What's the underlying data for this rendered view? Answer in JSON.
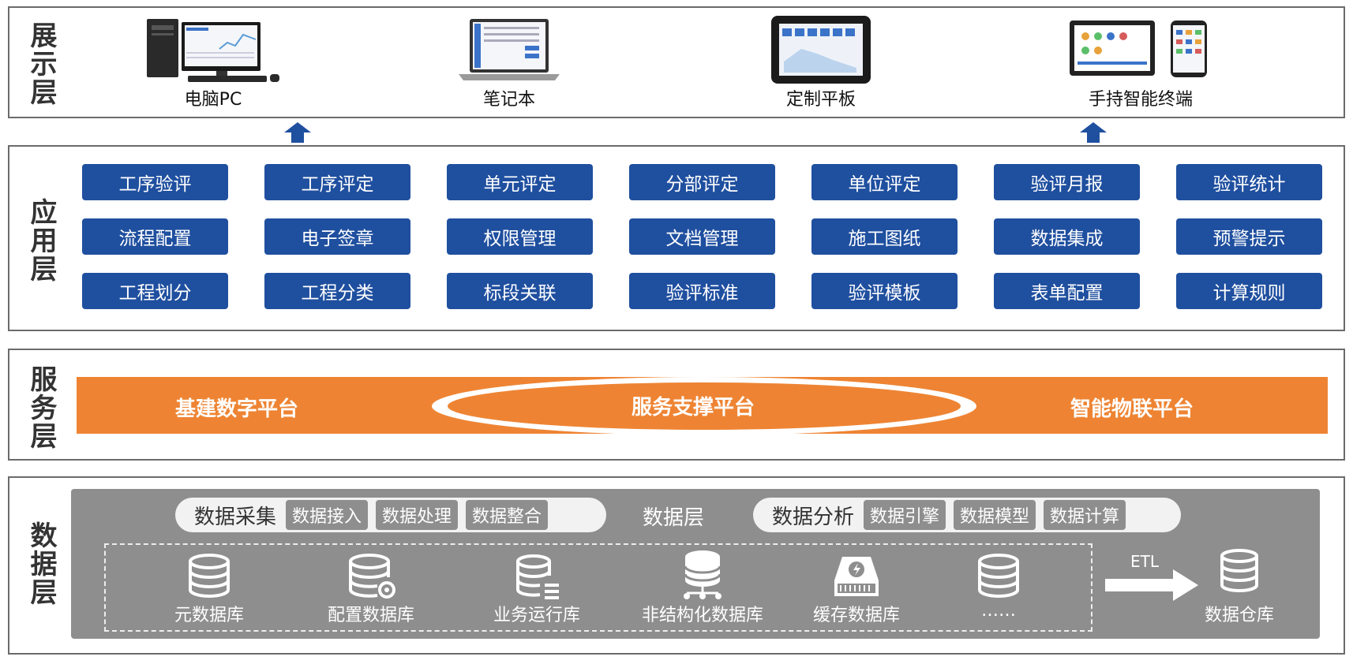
{
  "layers": {
    "presentation": "展示层",
    "application": "应用层",
    "service": "服务层",
    "data": "数据层"
  },
  "devices": [
    "电脑PC",
    "笔记本",
    "定制平板",
    "手持智能终端"
  ],
  "apps": [
    [
      "工序验评",
      "工序评定",
      "单元评定",
      "分部评定",
      "单位评定",
      "验评月报",
      "验评统计"
    ],
    [
      "流程配置",
      "电子签章",
      "权限管理",
      "文档管理",
      "施工图纸",
      "数据集成",
      "预警提示"
    ],
    [
      "工程划分",
      "工程分类",
      "标段关联",
      "验评标准",
      "验评模板",
      "表单配置",
      "计算规则"
    ]
  ],
  "service": {
    "left": "基建数字平台",
    "center": "服务支撑平台",
    "right": "智能物联平台",
    "bar_color": "#ee8433"
  },
  "data": {
    "collect_title": "数据采集",
    "collect_tags": [
      "数据接入",
      "数据处理",
      "数据整合"
    ],
    "center_title": "数据层",
    "analysis_title": "数据分析",
    "analysis_tags": [
      "数据引擎",
      "数据模型",
      "数据计算"
    ],
    "databases": [
      "元数据库",
      "配置数据库",
      "业务运行库",
      "非结构化数据库",
      "缓存数据库",
      "……"
    ],
    "etl_label": "ETL",
    "warehouse": "数据仓库"
  },
  "colors": {
    "app_blue": "#1f4f9f",
    "data_gray": "#8e8e8e"
  }
}
